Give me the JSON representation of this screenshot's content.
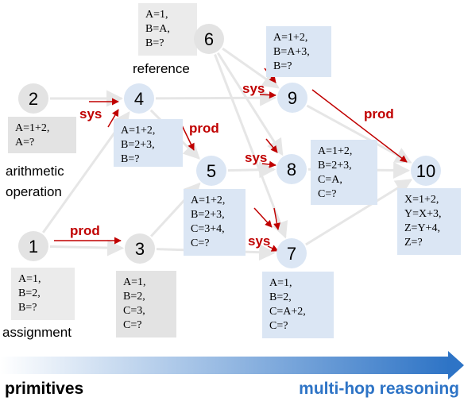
{
  "nodes": [
    {
      "id": "1",
      "label": "1",
      "fill": "#e3e3e3"
    },
    {
      "id": "2",
      "label": "2",
      "fill": "#e3e3e3"
    },
    {
      "id": "3",
      "label": "3",
      "fill": "#e3e3e3"
    },
    {
      "id": "4",
      "label": "4",
      "fill": "#dbe6f4"
    },
    {
      "id": "5",
      "label": "5",
      "fill": "#dbe6f4"
    },
    {
      "id": "6",
      "label": "6",
      "fill": "#e3e3e3"
    },
    {
      "id": "7",
      "label": "7",
      "fill": "#dbe6f4"
    },
    {
      "id": "8",
      "label": "8",
      "fill": "#dbe6f4"
    },
    {
      "id": "9",
      "label": "9",
      "fill": "#dbe6f4"
    },
    {
      "id": "10",
      "label": "10",
      "fill": "#dbe6f4"
    }
  ],
  "boxes": [
    {
      "id": "box6",
      "lines": [
        "A=1,",
        "B=A,",
        "B=?"
      ],
      "fill": "#ebebeb"
    },
    {
      "id": "box2",
      "lines": [
        "A=1+2,",
        "A=?"
      ],
      "fill": "#e3e3e3"
    },
    {
      "id": "box1",
      "lines": [
        "A=1,",
        "B=2,",
        "B=?"
      ],
      "fill": "#ebebeb"
    },
    {
      "id": "box3",
      "lines": [
        "A=1,",
        "B=2,",
        "C=3,",
        "C=?"
      ],
      "fill": "#e3e3e3"
    },
    {
      "id": "box4",
      "lines": [
        "A=1+2,",
        "B=2+3,",
        "B=?"
      ],
      "fill": "#dbe6f4"
    },
    {
      "id": "box5",
      "lines": [
        "A=1+2,",
        "B=2+3,",
        "C=3+4,",
        "C=?"
      ],
      "fill": "#dbe6f4"
    },
    {
      "id": "box9",
      "lines": [
        "A=1+2,",
        "B=A+3,",
        "B=?"
      ],
      "fill": "#dbe6f4"
    },
    {
      "id": "box8",
      "lines": [
        "A=1+2,",
        "B=2+3,",
        "C=A,",
        "C=?"
      ],
      "fill": "#dbe6f4"
    },
    {
      "id": "box7",
      "lines": [
        "A=1,",
        "B=2,",
        "C=A+2,",
        "C=?"
      ],
      "fill": "#dbe6f4"
    },
    {
      "id": "box10",
      "lines": [
        "X=1+2,",
        "Y=X+3,",
        "Z=Y+4,",
        "Z=?"
      ],
      "fill": "#dbe6f4"
    }
  ],
  "captions": {
    "reference": "reference",
    "arithmetic_line1": "arithmetic",
    "arithmetic_line2": "operation",
    "assignment": "assignment"
  },
  "edge_labels": {
    "prod": "prod",
    "sys": "sys"
  },
  "edges": [
    {
      "from": "2",
      "to": "4"
    },
    {
      "from": "1",
      "to": "3"
    },
    {
      "from": "1",
      "to": "4"
    },
    {
      "from": "3",
      "to": "5"
    },
    {
      "from": "3",
      "to": "7"
    },
    {
      "from": "4",
      "to": "9"
    },
    {
      "from": "4",
      "to": "5"
    },
    {
      "from": "5",
      "to": "8"
    },
    {
      "from": "6",
      "to": "9"
    },
    {
      "from": "6",
      "to": "8"
    },
    {
      "from": "6",
      "to": "7"
    },
    {
      "from": "9",
      "to": "10"
    },
    {
      "from": "8",
      "to": "10"
    },
    {
      "from": "7",
      "to": "10"
    }
  ],
  "colors": {
    "prod": "#c00000",
    "sys": "#c00000",
    "edge": "#e6e6e6",
    "arrow_start": "#ffffff",
    "arrow_end": "#2e74c6"
  },
  "footer": {
    "primitives": "primitives",
    "multihop": "multi-hop reasoning"
  }
}
